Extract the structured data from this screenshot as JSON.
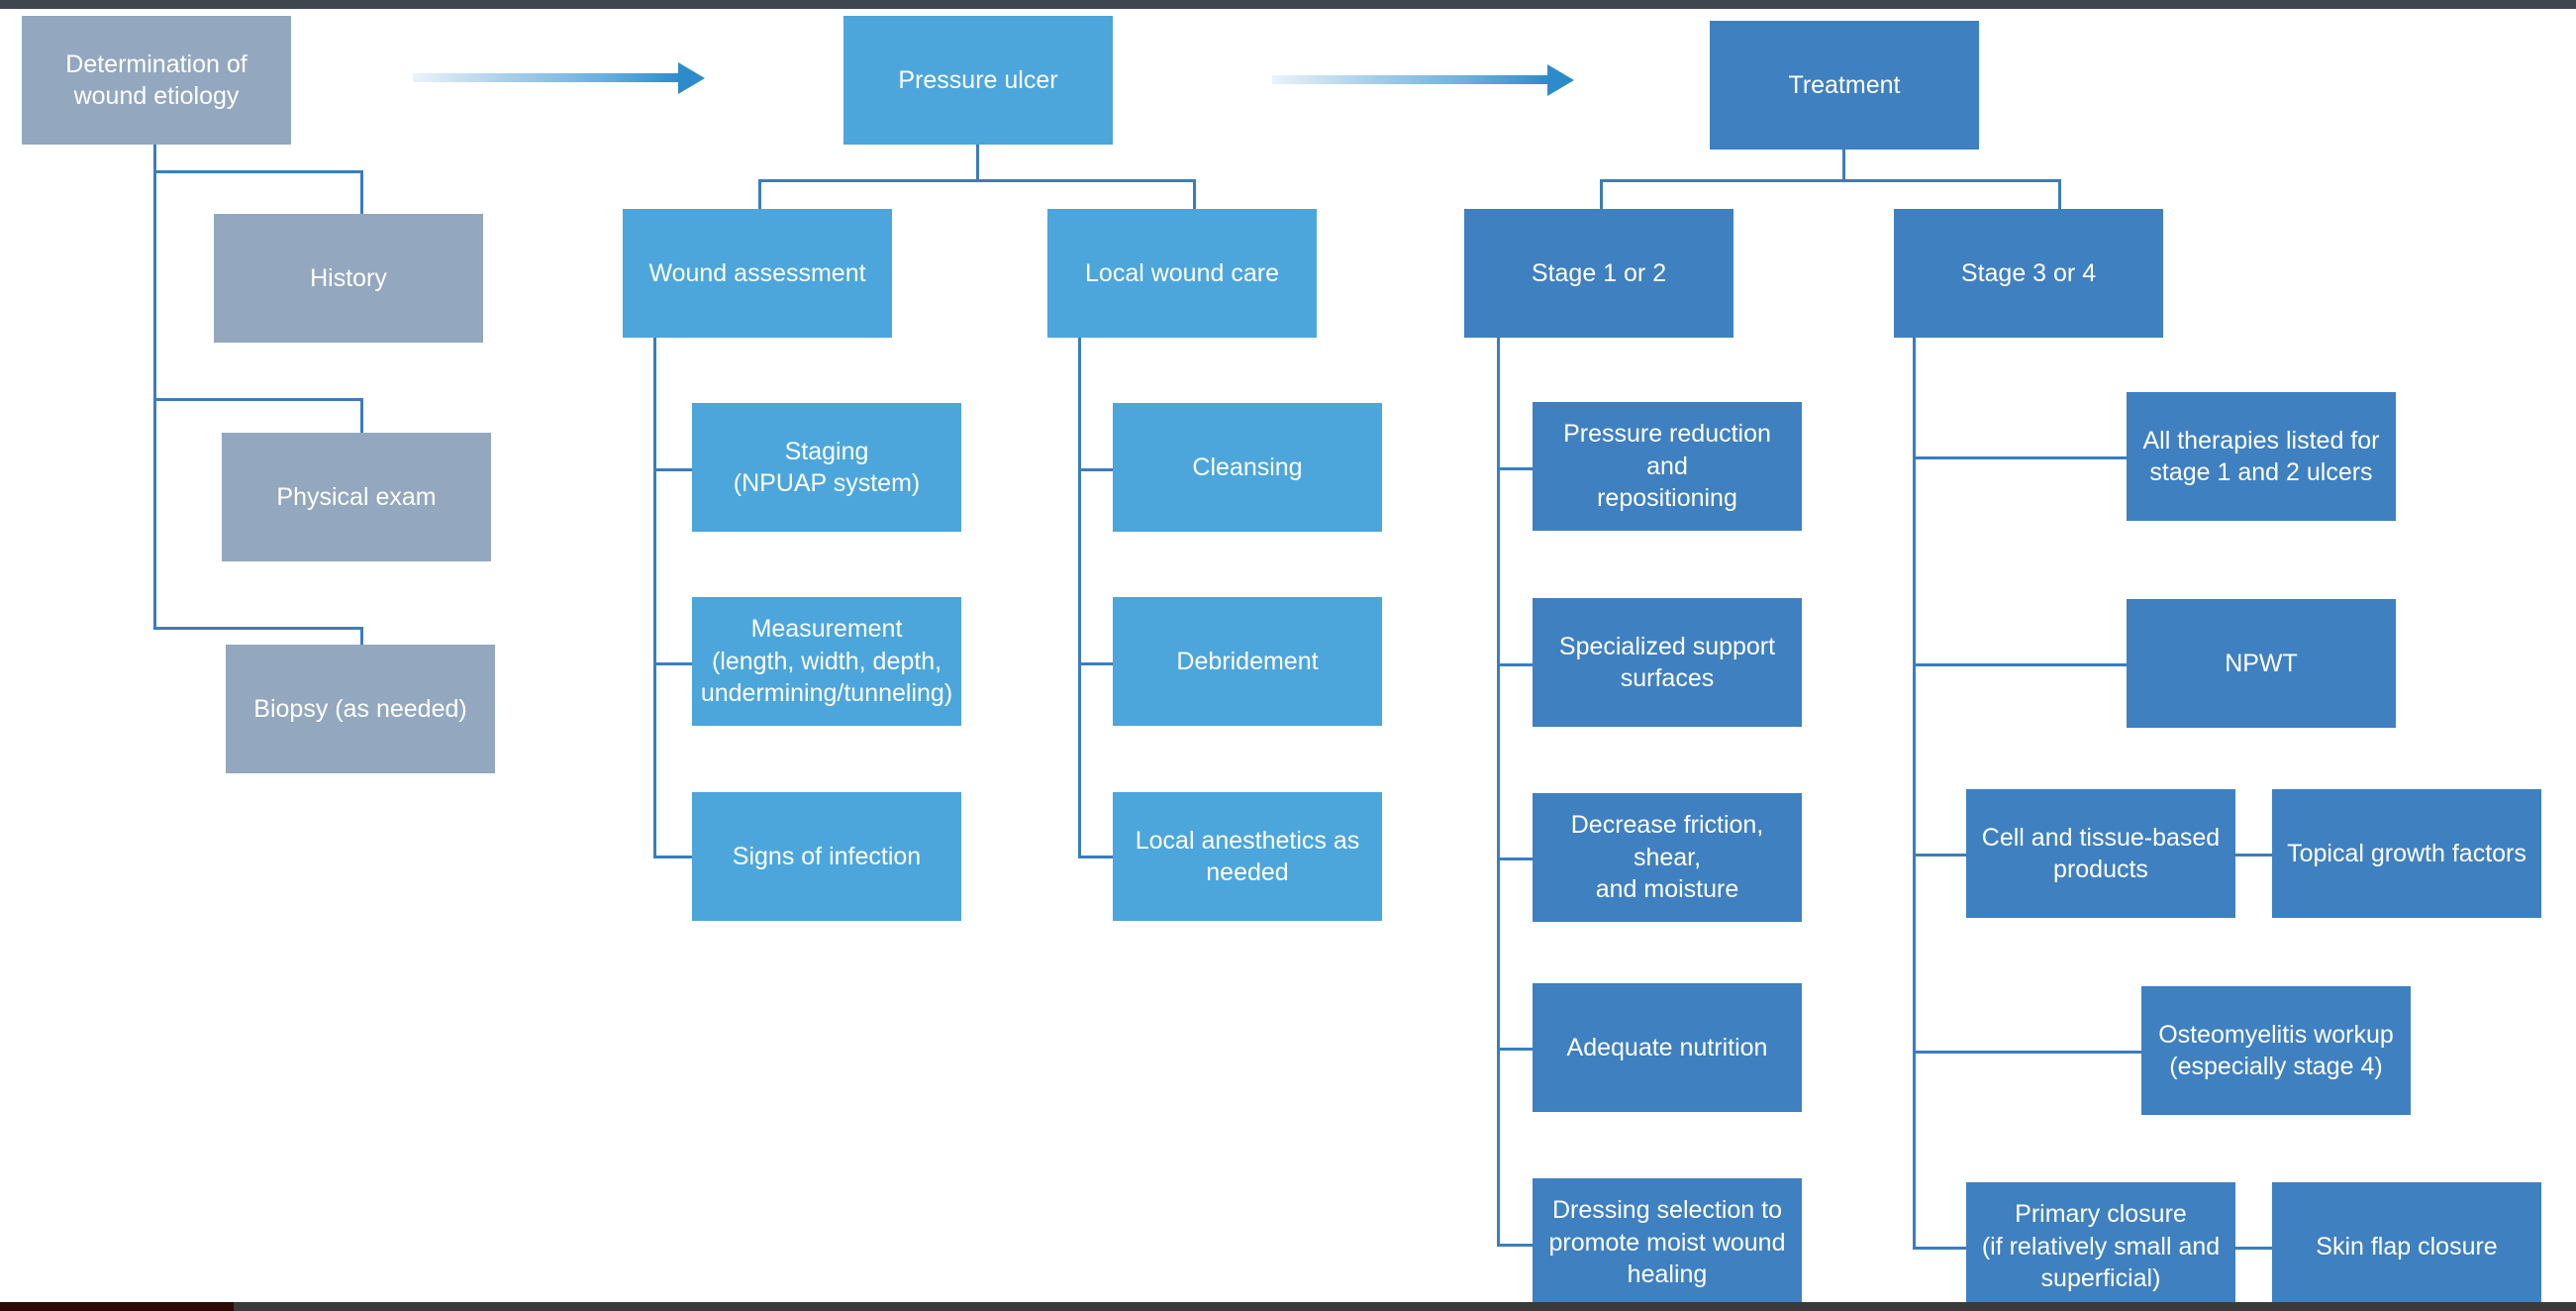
{
  "diagram": {
    "title": "Pressure ulcer wound management flowchart",
    "colors": {
      "gray_blue": "#93a8bf",
      "light_blue": "#4ca6db",
      "medium_blue": "#3f80c0",
      "connector": "#3a7dbf",
      "top_bar": "#3f4650",
      "bottom_bar": "#3a3a3a"
    }
  },
  "nodes": {
    "etiology": "Determination of\nwound etiology",
    "history": "History",
    "physical_exam": "Physical exam",
    "biopsy": "Biopsy (as needed)",
    "pressure_ulcer": "Pressure ulcer",
    "wound_assessment": "Wound assessment",
    "staging": "Staging\n(NPUAP system)",
    "measurement": "Measurement\n(length, width, depth,\nundermining/tunneling)",
    "signs_of_infection": "Signs of infection",
    "local_wound_care": "Local wound care",
    "cleansing": "Cleansing",
    "debridement": "Debridement",
    "local_anesthetics": "Local anesthetics as\nneeded",
    "treatment": "Treatment",
    "stage_1_2": "Stage 1 or 2",
    "pressure_reduction": "Pressure reduction and\nrepositioning",
    "support_surfaces": "Specialized support\nsurfaces",
    "decrease_friction": "Decrease friction, shear,\nand moisture",
    "adequate_nutrition": "Adequate nutrition",
    "dressing_selection": "Dressing selection to\npromote moist wound\nhealing",
    "stage_3_4": "Stage 3 or 4",
    "all_therapies": "All therapies listed for\nstage 1 and 2 ulcers",
    "npwt": "NPWT",
    "cell_tissue_products": "Cell and tissue-based\nproducts",
    "topical_growth_factors": "Topical growth factors",
    "osteomyelitis_workup": "Osteomyelitis workup\n(especially stage 4)",
    "primary_closure": "Primary closure\n(if relatively small and\nsuperficial)",
    "skin_flap_closure": "Skin flap closure"
  }
}
